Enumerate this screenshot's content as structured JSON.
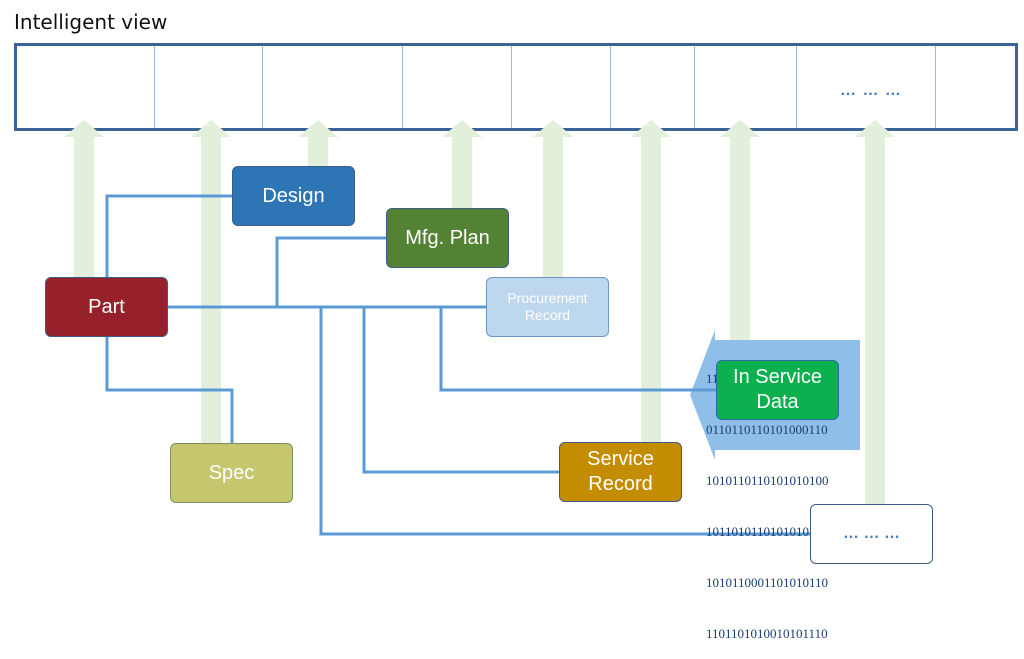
{
  "title": "Intelligent view",
  "bar": {
    "ellipsis": "… … …"
  },
  "boxes": {
    "part": "Part",
    "design": "Design",
    "mfg_plan": "Mfg. Plan",
    "procurement_line1": "Procurement",
    "procurement_line2": "Record",
    "spec": "Spec",
    "service_line1": "Service",
    "service_line2": "Record",
    "in_service_line1": "In Service",
    "in_service_line2": "Data",
    "more": "… … …"
  },
  "binary_lines": [
    "1110110110101010111",
    "0110110110101000110",
    "1010110110101010100",
    "1011010110101010110",
    "1010110001101010110",
    "1101101010010101110"
  ],
  "colors": {
    "bar_border": "#3b6496",
    "connector": "#5b9bd5",
    "up_arrow": "#e2efda",
    "part": "#97212a",
    "design": "#2e75b6",
    "mfg_plan": "#548235",
    "procurement": "#bdd7ee",
    "spec": "#c5c66d",
    "service_record": "#c48c00",
    "in_service_data": "#0bb04f",
    "data_arrow": "#8fbfe8"
  }
}
